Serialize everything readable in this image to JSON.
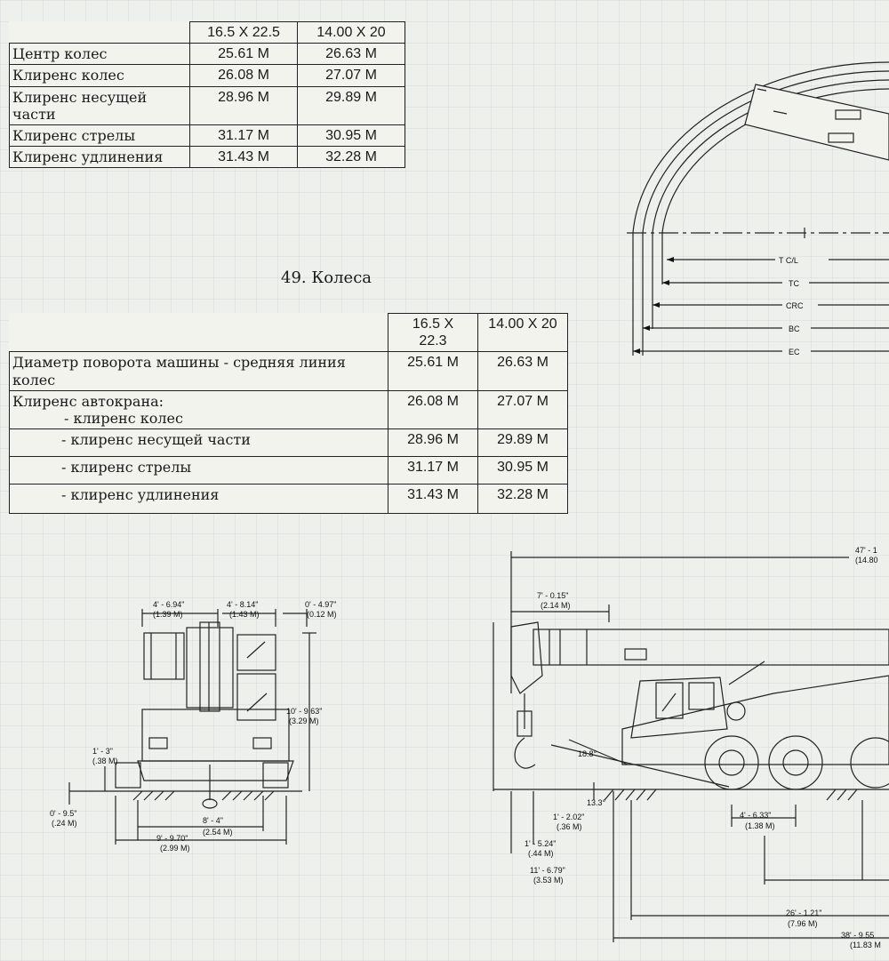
{
  "table1": {
    "headers": [
      "16.5 X 22.5",
      "14.00 X 20"
    ],
    "rows": [
      {
        "label": "Центр колес",
        "a": "25.61 M",
        "b": "26.63 M"
      },
      {
        "label": "Клиренс колес",
        "a": "26.08 M",
        "b": "27.07 M"
      },
      {
        "label": "Клиренс несущей части",
        "a": "28.96 M",
        "b": "29.89 M"
      },
      {
        "label": "Клиренс стрелы",
        "a": "31.17 M",
        "b": "30.95 M"
      },
      {
        "label": "Клиренс удлинения",
        "a": "31.43 M",
        "b": "32.28 M"
      }
    ]
  },
  "caption": "49. Колеса",
  "table2": {
    "headers": [
      "16.5 X 22.3",
      "14.00 X 20"
    ],
    "rows": [
      {
        "label": "Диаметр поворота машины - средняя линия колес",
        "a": "25.61 M",
        "b": "26.63 M"
      },
      {
        "label": "Клиренс автокрана:",
        "sub": "- клиренс колес",
        "a": "26.08 M",
        "b": "27.07 M"
      },
      {
        "label": "- клиренс несущей части",
        "a": "28.96 M",
        "b": "29.89 M"
      },
      {
        "label": "- клиренс стрелы",
        "a": "31.17 M",
        "b": "30.95 M"
      },
      {
        "label": "- клиренс удлинения",
        "a": "31.43 M",
        "b": "32.28 M"
      }
    ]
  },
  "turning_diagram": {
    "labels": [
      "T C/L",
      "TC",
      "CRC",
      "BC",
      "EC"
    ]
  },
  "front_view": {
    "dims": {
      "top1": "4' - 6.94\"",
      "top1m": "(1.39 M)",
      "top2": "4' - 8.14\"",
      "top2m": "(1.43 M)",
      "top3": "0' - 4.97\"",
      "top3m": "(0.12 M)",
      "height": "10' - 9.63\"",
      "heightm": "(3.29 M)",
      "ground": "1' - 3\"",
      "groundm": "(.38 M)",
      "low": "0' - 9.5\"",
      "lowm": "(.24 M)",
      "track": "8' - 4\"",
      "trackm": "(2.54 M)",
      "width": "9' - 9.70\"",
      "widthm": "(2.99 M)"
    }
  },
  "side_view": {
    "dims": {
      "overall": "47' - 1",
      "overallm": "(14.80",
      "front": "7' - 0.15\"",
      "frontm": "(2.14 M)",
      "angle1": "18.8°",
      "angle2": "13.3°",
      "d1": "1' - 2.02\"",
      "d1m": "(.36 M)",
      "d2": "1' - 5.24\"",
      "d2m": "(.44 M)",
      "d3": "11' - 6.79\"",
      "d3m": "(3.53 M)",
      "axle": "4' - 6.33\"",
      "axlem": "(1.38 M)",
      "wb": "26' - 1.21\"",
      "wbm": "(7.96 M)",
      "len": "38' - 9.55",
      "lenm": "(11.83 M"
    }
  }
}
